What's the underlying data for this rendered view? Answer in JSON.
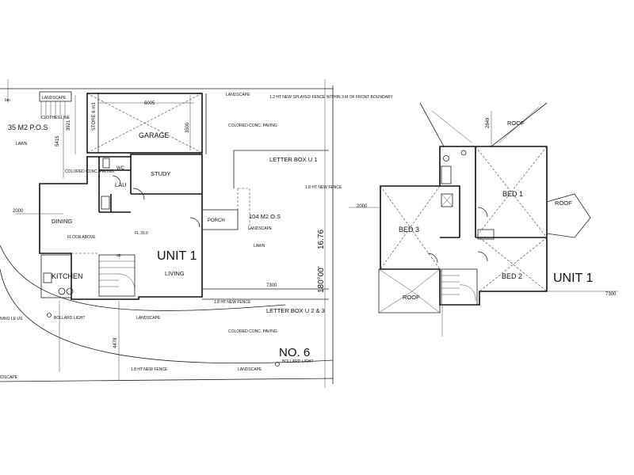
{
  "ground_floor": {
    "unit_label": "UNIT 1",
    "rooms": {
      "garage": "GARAGE",
      "study": "STUDY",
      "wc": "WC",
      "lau": "LAU",
      "dining": "DINING",
      "kitchen": "KITCHEN",
      "living": "LIVING",
      "porch": "PORCH"
    },
    "notes": {
      "landscape_top_left": "LANDSCAPE",
      "clothes_line": "CLOTHES LINE",
      "pos_area": "35 M2 P.O.S",
      "lawn_left": "LAWN",
      "store": "STORE 6 m3",
      "colored_paving_left": "COLORED CONC. PAVING",
      "floor_above": "FLOOR ABOVE",
      "fl_level": "FL 39.0",
      "up": "up",
      "landscape_top": "LANDSCAPE",
      "splayed_fence": "1.2 HT NEW SPLAYED FENCE WITHIN 3 M OF FRONT BOUNDARY",
      "colored_paving_top": "COLORED CONC. PAVING",
      "letter_box_u1": "LETTER BOX U 1",
      "new_fence_right": "1.8 HT NEW FENCE",
      "os_area": "104 M2 O.S",
      "landscape_mid": "LANDSCAPE",
      "lawn_right": "LAWN",
      "new_fence_bottom": "1.8 HT NEW FENCE",
      "letter_box_u23": "LETTER BOX U 2 & 3",
      "bollard_left": "BOLLARD LIGHT",
      "landscape_bottom": "LANDSCAPE",
      "colored_paving_bottom": "COLORED CONC. PAVING",
      "address": "NO. 6",
      "bollard_right": "BOLLARD LIGHT",
      "landscape_bottom_right": "LANDSCAPE",
      "new_fence_lowest": "1.8 HT NEW FENCE",
      "bin": "bin",
      "left_edge_fragment": "NING LE US",
      "left_bottom_fragment": "IDSCAPE"
    },
    "dimensions": {
      "garage_width": "6005",
      "garage_depth": "3500",
      "store_depth": "3921",
      "left_offset": "5415",
      "dining_offset": "2000",
      "front_setback": "7300",
      "side_depth": "4478",
      "boundary_length": "16.76",
      "bearing": "180°00'"
    }
  },
  "upper_floor": {
    "unit_label": "UNIT 1",
    "rooms": {
      "bed1": "BED 1",
      "bed2": "BED 2",
      "bed3": "BED 3"
    },
    "roof_labels": {
      "top": "ROOF",
      "right": "ROOF",
      "bottom": "ROOF"
    },
    "dimensions": {
      "top_offset": "2849",
      "left_offset": "2000",
      "front_setback": "7300"
    }
  }
}
